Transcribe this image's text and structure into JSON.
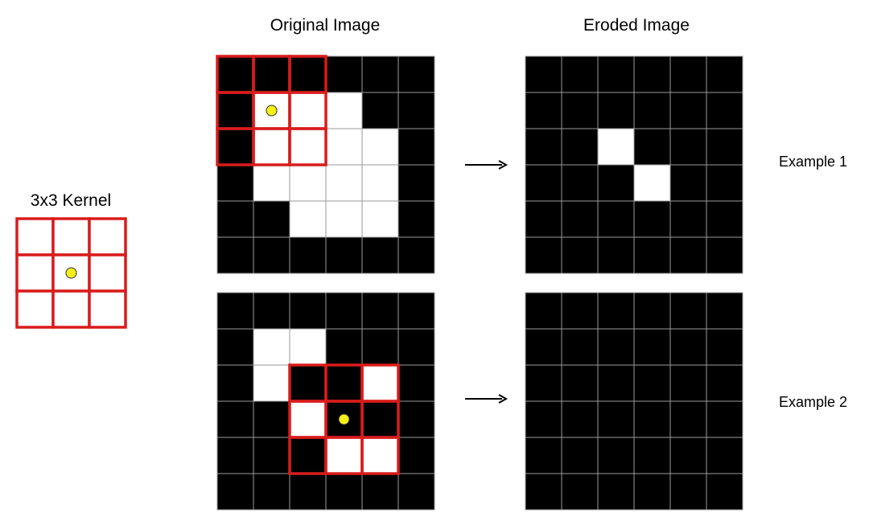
{
  "titles": {
    "kernel": "3x3 Kernel",
    "original": "Original Image",
    "eroded": "Eroded Image"
  },
  "examples": [
    {
      "label": "Example 1",
      "original": [
        [
          0,
          0,
          0,
          0,
          0,
          0
        ],
        [
          0,
          1,
          1,
          1,
          0,
          0
        ],
        [
          0,
          1,
          1,
          1,
          1,
          0
        ],
        [
          0,
          1,
          1,
          1,
          1,
          0
        ],
        [
          0,
          0,
          1,
          1,
          1,
          0
        ],
        [
          0,
          0,
          0,
          0,
          0,
          0
        ]
      ],
      "eroded": [
        [
          0,
          0,
          0,
          0,
          0,
          0
        ],
        [
          0,
          0,
          0,
          0,
          0,
          0
        ],
        [
          0,
          0,
          1,
          0,
          0,
          0
        ],
        [
          0,
          0,
          0,
          1,
          0,
          0
        ],
        [
          0,
          0,
          0,
          0,
          0,
          0
        ],
        [
          0,
          0,
          0,
          0,
          0,
          0
        ]
      ],
      "kernel_window": {
        "row": 0,
        "col": 0
      }
    },
    {
      "label": "Example 2",
      "original": [
        [
          0,
          0,
          0,
          0,
          0,
          0
        ],
        [
          0,
          1,
          1,
          0,
          0,
          0
        ],
        [
          0,
          1,
          0,
          0,
          1,
          0
        ],
        [
          0,
          0,
          1,
          0,
          0,
          0
        ],
        [
          0,
          0,
          0,
          1,
          1,
          0
        ],
        [
          0,
          0,
          0,
          0,
          0,
          0
        ]
      ],
      "eroded": [
        [
          0,
          0,
          0,
          0,
          0,
          0
        ],
        [
          0,
          0,
          0,
          0,
          0,
          0
        ],
        [
          0,
          0,
          0,
          0,
          0,
          0
        ],
        [
          0,
          0,
          0,
          0,
          0,
          0
        ],
        [
          0,
          0,
          0,
          0,
          0,
          0
        ],
        [
          0,
          0,
          0,
          0,
          0,
          0
        ]
      ],
      "kernel_window": {
        "row": 2,
        "col": 2
      }
    }
  ],
  "kernel": {
    "size": 3,
    "origin_marker": "yellow-dot"
  },
  "colors": {
    "foreground": "#ffffff",
    "background": "#000000",
    "grid_line": "#9a9a9a",
    "kernel_border": "#d91c1c",
    "origin_dot": "#f7f014",
    "origin_dot_stroke": "#333333",
    "arrow": "#000000"
  }
}
